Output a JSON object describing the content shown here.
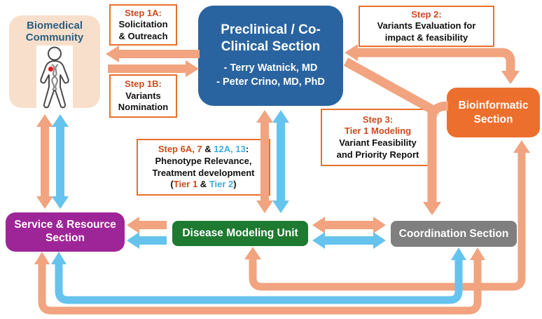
{
  "nodes": {
    "biomedical": {
      "title": "Biomedical Community"
    },
    "preclinical": {
      "title_line1": "Preclinical / Co-",
      "title_line2": "Clinical Section",
      "member1": "- Terry Watnick, MD",
      "member2": "- Peter Crino, MD, PhD"
    },
    "bioinformatic": {
      "title_line1": "Bioinformatic",
      "title_line2": "Section"
    },
    "service": {
      "title_line1": "Service & Resource",
      "title_line2": "Section"
    },
    "disease_modeling": {
      "title": "Disease Modeling Unit"
    },
    "coordination": {
      "title": "Coordination Section"
    }
  },
  "steps": {
    "step1a": {
      "label": "Step 1A:",
      "line1": "Solicitation",
      "line2": "& Outreach"
    },
    "step1b": {
      "label": "Step 1B:",
      "line1": "Variants",
      "line2": "Nomination"
    },
    "step2": {
      "label": "Step 2:",
      "line1": "Variants Evaluation for",
      "line2": "impact & feasibility"
    },
    "step3": {
      "label": "Step 3:",
      "label2": "Tier 1 Modeling",
      "line1": "Variant Feasibility",
      "line2": "and Priority Report"
    },
    "step6": {
      "seg_orange": "Step 6A, 7",
      "seg_amp1": " & ",
      "seg_blue": "12A, 13",
      "seg_colon": ":",
      "line2": "Phenotype Relevance,",
      "line3": "Treatment development",
      "seg_open": "(",
      "seg_tier1": "Tier 1",
      "seg_amp2": " & ",
      "seg_tier2": "Tier 2",
      "seg_close": ")"
    }
  },
  "icons": {
    "biomedical": "person-dna-icon"
  },
  "colors": {
    "arrow_orange": "#F1A47F",
    "arrow_blue": "#66C3EE",
    "box_blue": "#2A64A0",
    "box_orange": "#EC6F2D",
    "box_purple": "#9E2598",
    "box_green": "#1E7A30",
    "box_gray": "#7F7F7F",
    "biomedical_bg": "#F8DFCC",
    "biomedical_text": "#2A5F7F",
    "step_border": "#E8702A",
    "step_orange_text": "#D1491F",
    "step_blue_text": "#3FAADF",
    "dna_red": "#E02020"
  },
  "edges": [
    {
      "from": "preclinical",
      "to": "biomedical",
      "color": "orange",
      "label": "Step 1A"
    },
    {
      "from": "biomedical",
      "to": "preclinical",
      "color": "orange",
      "label": "Step 1B"
    },
    {
      "from": "biomedical",
      "to": "service",
      "color": "orange",
      "bidirectional": true
    },
    {
      "from": "biomedical",
      "to": "service",
      "color": "blue",
      "bidirectional": true
    },
    {
      "from": "preclinical",
      "to": "bioinformatic",
      "color": "orange",
      "bidirectional": true,
      "label": "Step 2"
    },
    {
      "from": "preclinical+bioinformatic",
      "to": "coordination",
      "color": "orange",
      "label": "Step 3"
    },
    {
      "from": "preclinical",
      "to": "disease_modeling",
      "color": "orange",
      "bidirectional": true,
      "label": "Step 6A, 7 & 12A, 13"
    },
    {
      "from": "preclinical",
      "to": "disease_modeling",
      "color": "blue",
      "bidirectional": true
    },
    {
      "from": "disease_modeling",
      "to": "service",
      "color": "orange"
    },
    {
      "from": "disease_modeling",
      "to": "service",
      "color": "blue"
    },
    {
      "from": "disease_modeling",
      "to": "coordination",
      "color": "orange",
      "bidirectional": true
    },
    {
      "from": "disease_modeling",
      "to": "coordination",
      "color": "blue",
      "bidirectional": true
    },
    {
      "from": "disease_modeling",
      "to": "bioinformatic",
      "color": "orange",
      "bidirectional": true,
      "route": "bottom"
    },
    {
      "from": "coordination",
      "to": "service",
      "color": "blue",
      "bidirectional": true,
      "route": "bottom"
    },
    {
      "from": "coordination",
      "to": "service",
      "color": "orange",
      "bidirectional": true,
      "route": "bottom"
    }
  ]
}
